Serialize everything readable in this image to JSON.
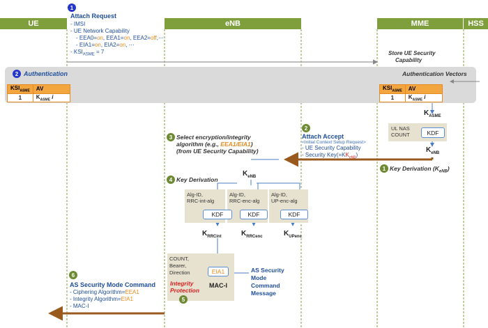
{
  "lanes": {
    "ue": "UE",
    "enb": "eNB",
    "mme": "MME",
    "hss": "HSS"
  },
  "steps": {
    "s1": {
      "num": "1",
      "title": "Attach Request",
      "lines": [
        "- IMSI",
        "- UE Network Capability"
      ],
      "eea_prefix": "- EEA0=",
      "eea0": "on",
      "eea1_lbl": ", EEA1=",
      "eea1": "on",
      "eea2_lbl": ", EEA2=",
      "eea2": "off",
      "eea_tail": ",⋯",
      "eia_prefix": "- EIA1=",
      "eia1": "on",
      "eia2_lbl": ", EIA2=",
      "eia2": "on",
      "eia_tail": ", ⋯",
      "ksi_pre": "- KSI",
      "ksi_sub": "ASME",
      "ksi_val": " = 7"
    },
    "s2a": {
      "num": "2",
      "title": "Authentication"
    },
    "s2b": {
      "num": "2",
      "title": "Attach Accept",
      "sub": "<Initial Context Setup Request>",
      "line1": "- UE Security Capability",
      "line2_pre": "- Security Key(=K",
      "line2_sub": "eNB",
      "line2_post": ")"
    },
    "s3": {
      "num": "3",
      "line1": "Select encryption/integrity",
      "line2_pre": "algorithm (e.g., ",
      "line2_alg": "EEA1/EIA1",
      "line2_post": ")",
      "line3": "(from UE Security Capability)"
    },
    "s4": {
      "num": "4",
      "title": "Key Derivation"
    },
    "s5": {
      "num": "5",
      "title": "Integrity Protection"
    },
    "s6": {
      "num": "6",
      "title": "AS Security Mode Command",
      "c_pre": "- Ciphering Algorithm=",
      "c_alg": "EEA1",
      "i_pre": "- Integrity Algorithm=",
      "i_alg": "EIA1",
      "mac": "- MAC-I"
    },
    "s1b": {
      "num": "1",
      "title": "Key Derivation (K",
      "sub": "eNB",
      "post": ")"
    }
  },
  "mme": {
    "store1": "Store UE Security",
    "store2": "Capability",
    "vectors": "Authentication Vectors",
    "kasme": "K",
    "kasme_sub": "ASME",
    "ulnas1": "UL NAS",
    "ulnas2": "COUNT",
    "kdf": "KDF",
    "kenb": "K",
    "kenb_sub": "eNB"
  },
  "av_table": {
    "h1": "KSI",
    "h1_sub": "ASME",
    "h2": "AV",
    "r1": "1",
    "r2": "K",
    "r2_sub": "ASME",
    "r2_i": " i"
  },
  "enb": {
    "kenb": "K",
    "kenb_sub": "eNB",
    "box1": [
      "Alg-ID,",
      "RRC-int-alg"
    ],
    "box2": [
      "Alg-ID,",
      "RRC-enc-alg"
    ],
    "box3": [
      "Alg-ID,",
      "UP-enc-alg"
    ],
    "kdf": "KDF",
    "k1": "K",
    "k1_sub": "RRCint",
    "k2": "K",
    "k2_sub": "RRCenc",
    "k3": "K",
    "k3_sub": "UPenc",
    "count": [
      "COUNT,",
      "Bearer,",
      "Direction"
    ],
    "eia": "EIA1",
    "maci": "MAC-I",
    "asmsg": [
      "AS Security",
      "Mode",
      "Command",
      "Message"
    ]
  }
}
